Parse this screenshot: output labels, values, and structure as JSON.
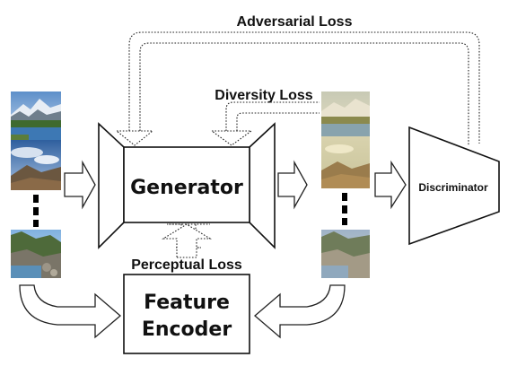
{
  "labels": {
    "adversarial_loss": "Adversarial Loss",
    "diversity_loss": "Diversity Loss",
    "perceptual_loss": "Perceptual Loss",
    "generator": "Generator",
    "feature_encoder_line1": "Feature",
    "feature_encoder_line2": "Encoder",
    "discriminator": "Discriminator"
  },
  "input_images": [
    "mountain-lake-photo",
    "clouds-valley-photo",
    "rocky-coast-photo"
  ],
  "output_images": [
    "mountain-lake-painting",
    "clouds-valley-painting",
    "rocky-coast-painting"
  ]
}
